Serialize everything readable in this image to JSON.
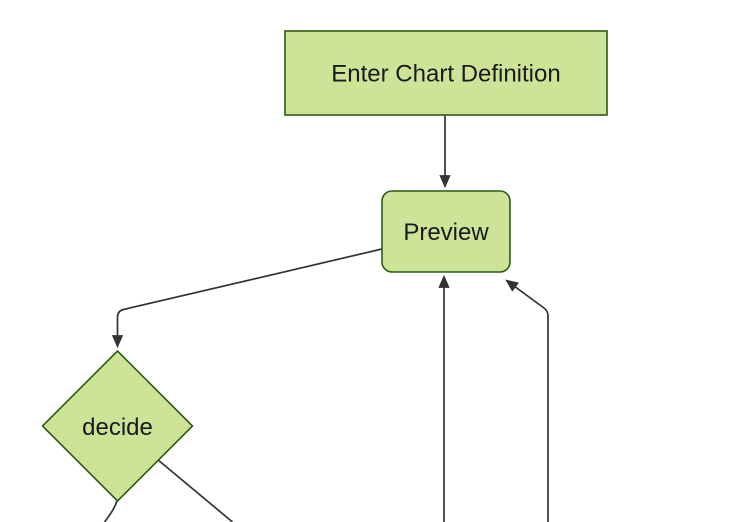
{
  "diagram": {
    "type": "flowchart",
    "direction": "top-down",
    "background_color": "#ffffff",
    "colors": {
      "node_fill": "#cde498",
      "node_border": "#2d5c16",
      "edge_line": "#333333",
      "label_text": "#1a1a1a"
    },
    "nodes": [
      {
        "id": "enter-chart-definition",
        "label": "Enter Chart Definition",
        "shape": "rectangle"
      },
      {
        "id": "preview",
        "label": "Preview",
        "shape": "rounded-rectangle"
      },
      {
        "id": "decide",
        "label": "decide",
        "shape": "diamond"
      }
    ],
    "edges": [
      {
        "from": "Enter Chart Definition",
        "to": "Preview",
        "arrowhead": true
      },
      {
        "from": "Preview",
        "to": "decide",
        "arrowhead": true
      },
      {
        "from": "offscreen-bottom",
        "to": "Preview",
        "arrowhead": true
      },
      {
        "from": "offscreen-bottom-right",
        "to": "Preview",
        "arrowhead": true
      },
      {
        "from": "decide",
        "to": "offscreen-bottom-left",
        "arrowhead": false
      },
      {
        "from": "decide",
        "to": "offscreen-bottom-right",
        "arrowhead": false
      }
    ]
  }
}
